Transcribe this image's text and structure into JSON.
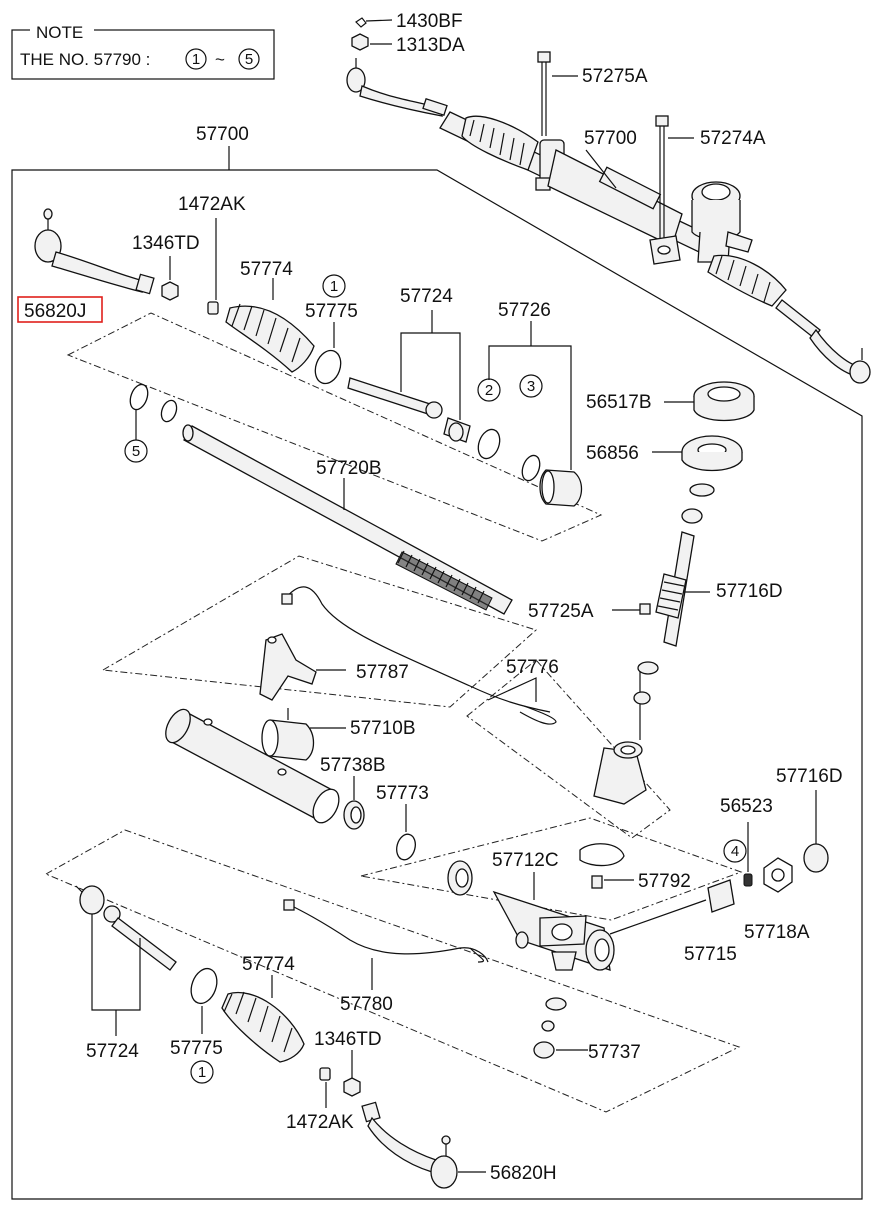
{
  "note": {
    "title": "NOTE",
    "text": "THE NO. 57790 :",
    "range_start": "1",
    "range_sep": "~",
    "range_end": "5"
  },
  "labels": {
    "p1430BF": "1430BF",
    "p1313DA": "1313DA",
    "p57275A": "57275A",
    "p57700_top": "57700",
    "p57274A": "57274A",
    "p57700_assy": "57700",
    "p1472AK_top": "1472AK",
    "p1346TD_top": "1346TD",
    "p57774_top": "57774",
    "p57775_top": "57775",
    "p57724_top": "57724",
    "p57726": "57726",
    "p56820J": "56820J",
    "p56517B": "56517B",
    "p56856": "56856",
    "p57720B": "57720B",
    "p57716D_mid": "57716D",
    "p57725A": "57725A",
    "p57787": "57787",
    "p57776": "57776",
    "p57710B": "57710B",
    "p57738B": "57738B",
    "p57773": "57773",
    "p57716D_right": "57716D",
    "p56523": "56523",
    "p57712C": "57712C",
    "p57792": "57792",
    "p57718A": "57718A",
    "p57715": "57715",
    "p57774_bot": "57774",
    "p57780": "57780",
    "p57724_bot": "57724",
    "p57775_bot": "57775",
    "p1346TD_bot": "1346TD",
    "p57737": "57737",
    "p1472AK_bot": "1472AK",
    "p56820H": "56820H"
  },
  "circled": {
    "c1_top": "1",
    "c2": "2",
    "c3": "3",
    "c5": "5",
    "c4": "4",
    "c1_bot": "1"
  },
  "highlight_color": "#e0201c"
}
